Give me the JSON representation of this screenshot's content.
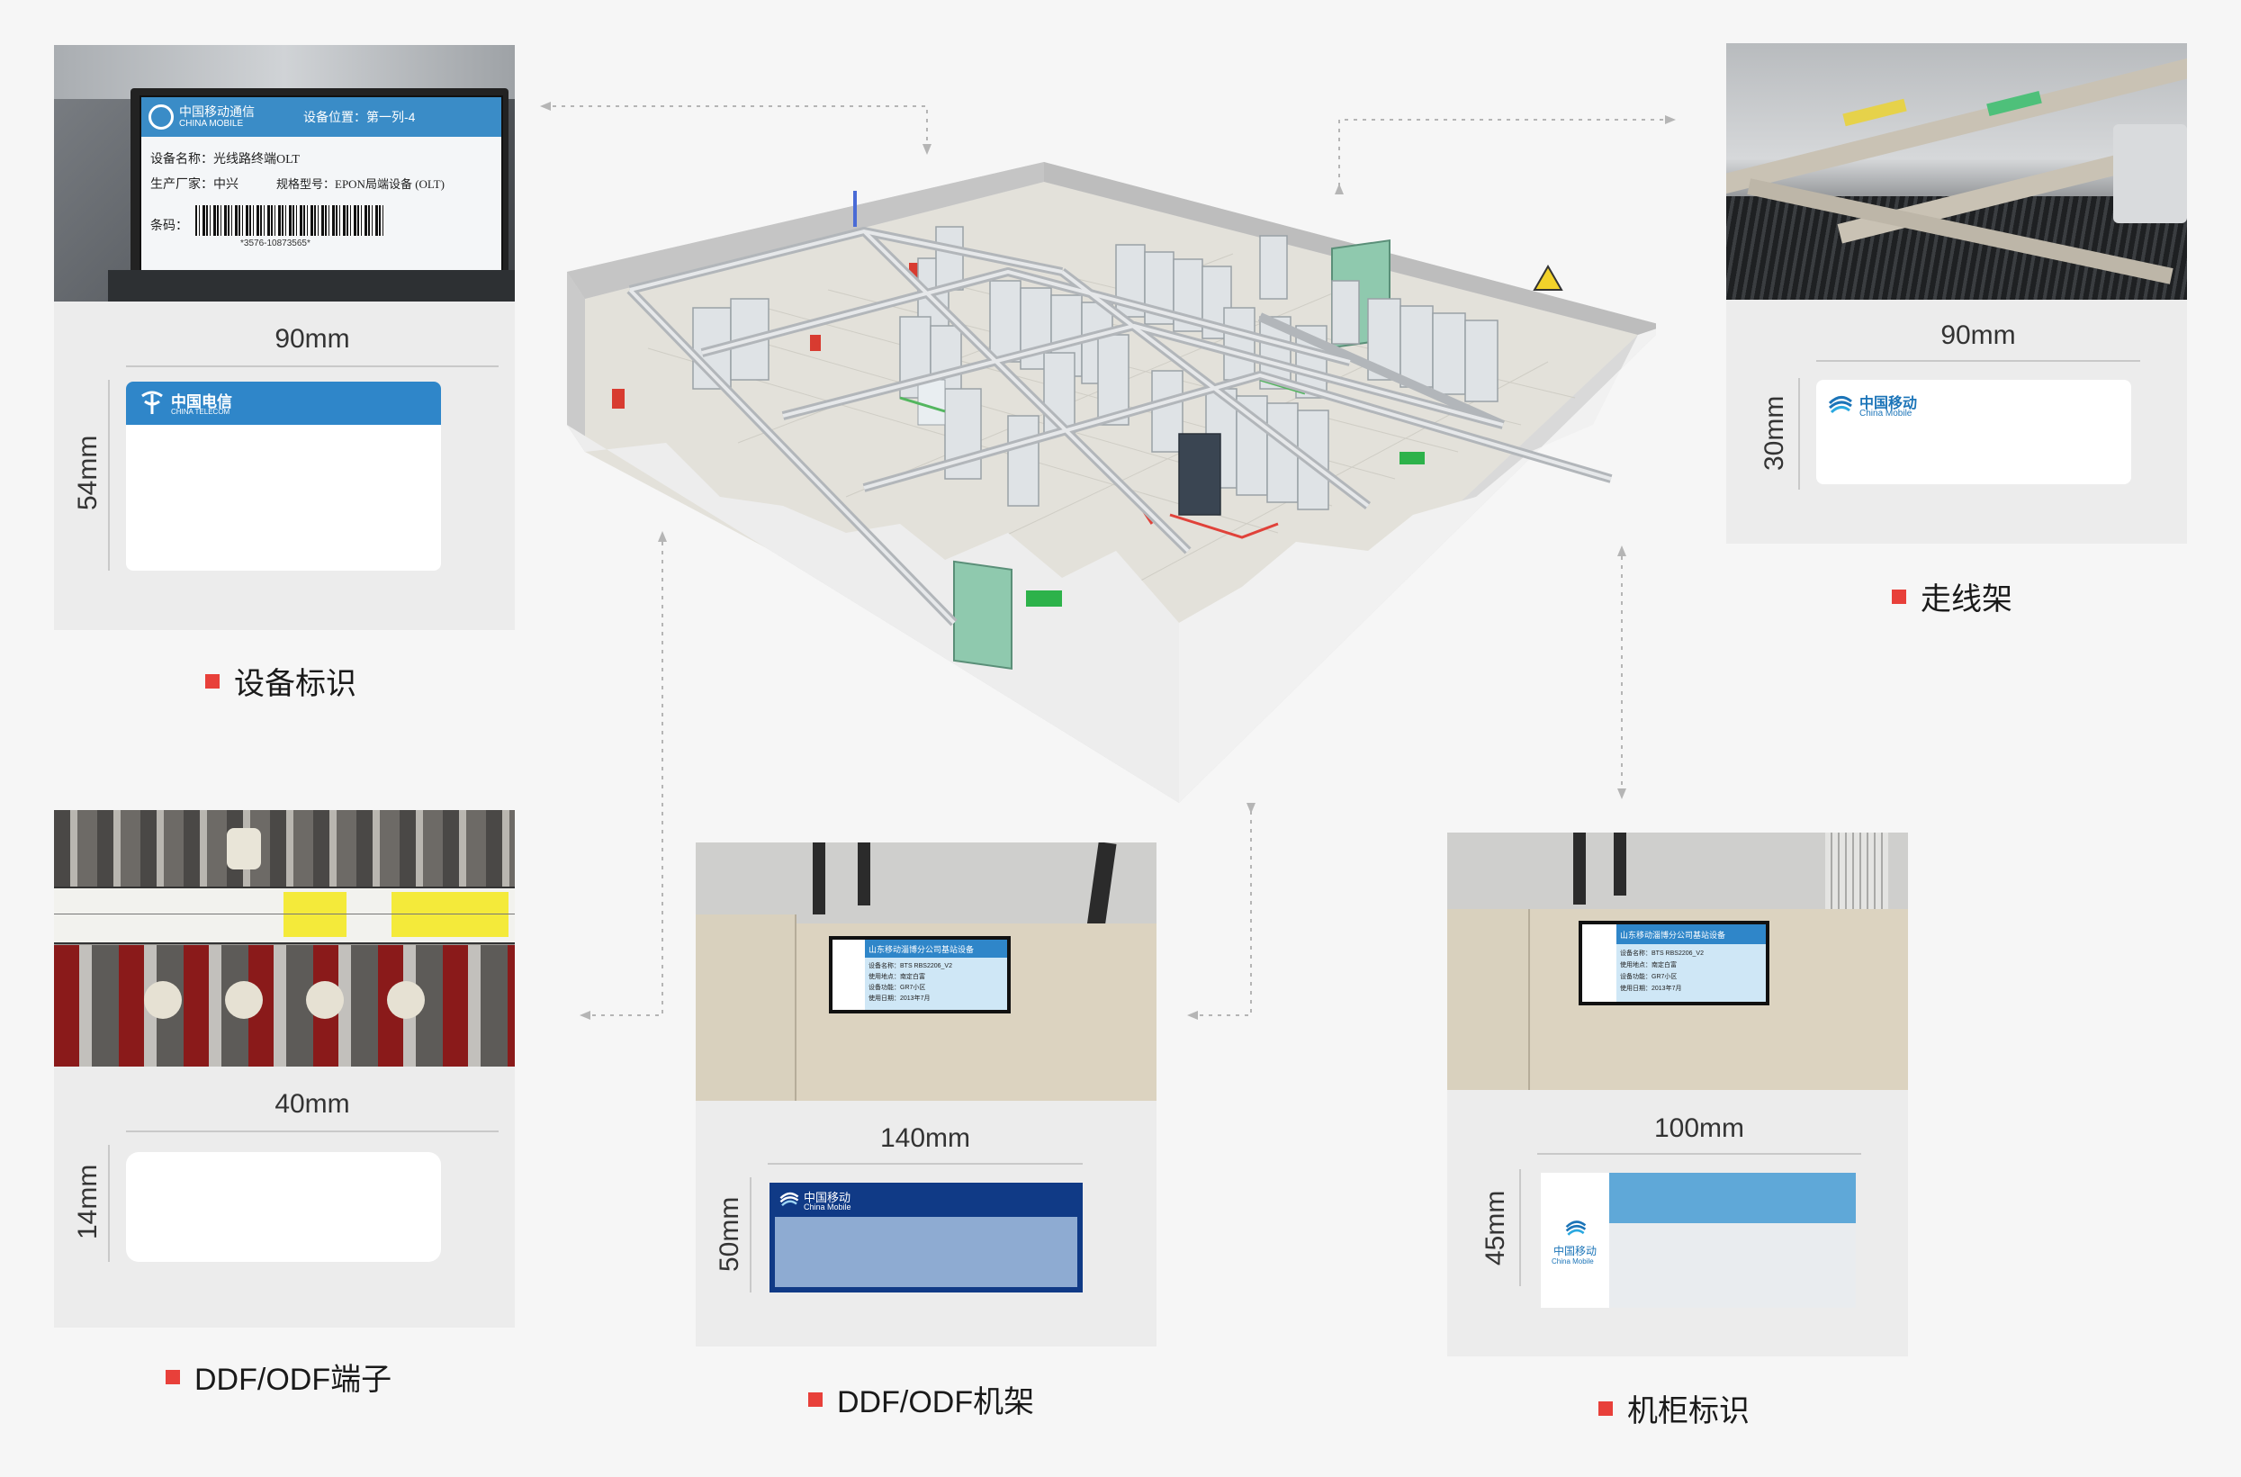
{
  "cards": {
    "device": {
      "photo": {
        "brand_cn": "中国移动通信",
        "brand_en": "CHINA MOBILE",
        "position": "设备位置：第一列-4",
        "name": "设备名称：光线路终端OLT",
        "maker": "生产厂家：中兴",
        "model": "规格型号：EPON局端设备 (OLT)",
        "barcode_label": "条码：",
        "barcode_num": "*3576-10873565*"
      },
      "width_label": "90mm",
      "height_label": "54mm",
      "label_brand_cn": "中国电信",
      "label_brand_en": "CHINA TELECOM",
      "caption": "设备标识"
    },
    "cable_tray": {
      "width_label": "90mm",
      "height_label": "30mm",
      "label_brand_cn": "中国移动",
      "label_brand_en": "China Mobile",
      "caption": "走线架"
    },
    "terminal": {
      "width_label": "40mm",
      "height_label": "14mm",
      "caption": "DDF/ODF端子"
    },
    "rack": {
      "photo": {
        "title": "山东移动淄博分公司基站设备",
        "name": "设备名称：BTS RBS2206_V2",
        "location": "使用地点：南定白富",
        "function": "设备功能：GR7小区",
        "date": "使用日期：2013年7月"
      },
      "width_label": "140mm",
      "height_label": "50mm",
      "label_brand_cn": "中国移动",
      "label_brand_en": "China Mobile",
      "caption": "DDF/ODF机架"
    },
    "cabinet": {
      "photo": {
        "title": "山东移动淄博分公司基站设备",
        "name": "设备名称：BTS RBS2206_V2",
        "location": "使用地点：南定白富",
        "function": "设备功能：GR7小区",
        "date": "使用日期：2013年7月"
      },
      "width_label": "100mm",
      "height_label": "45mm",
      "label_brand_cn": "中国移动",
      "label_brand_en": "China Mobile",
      "caption": "机柜标识"
    }
  },
  "colors": {
    "accent_red": "#e8403a",
    "telecom_blue": "#2f86c9",
    "mobile_dark_blue": "#103a86",
    "mobile_light_blue": "#8eabd2",
    "cabinet_blue": "#5fa8d8"
  }
}
